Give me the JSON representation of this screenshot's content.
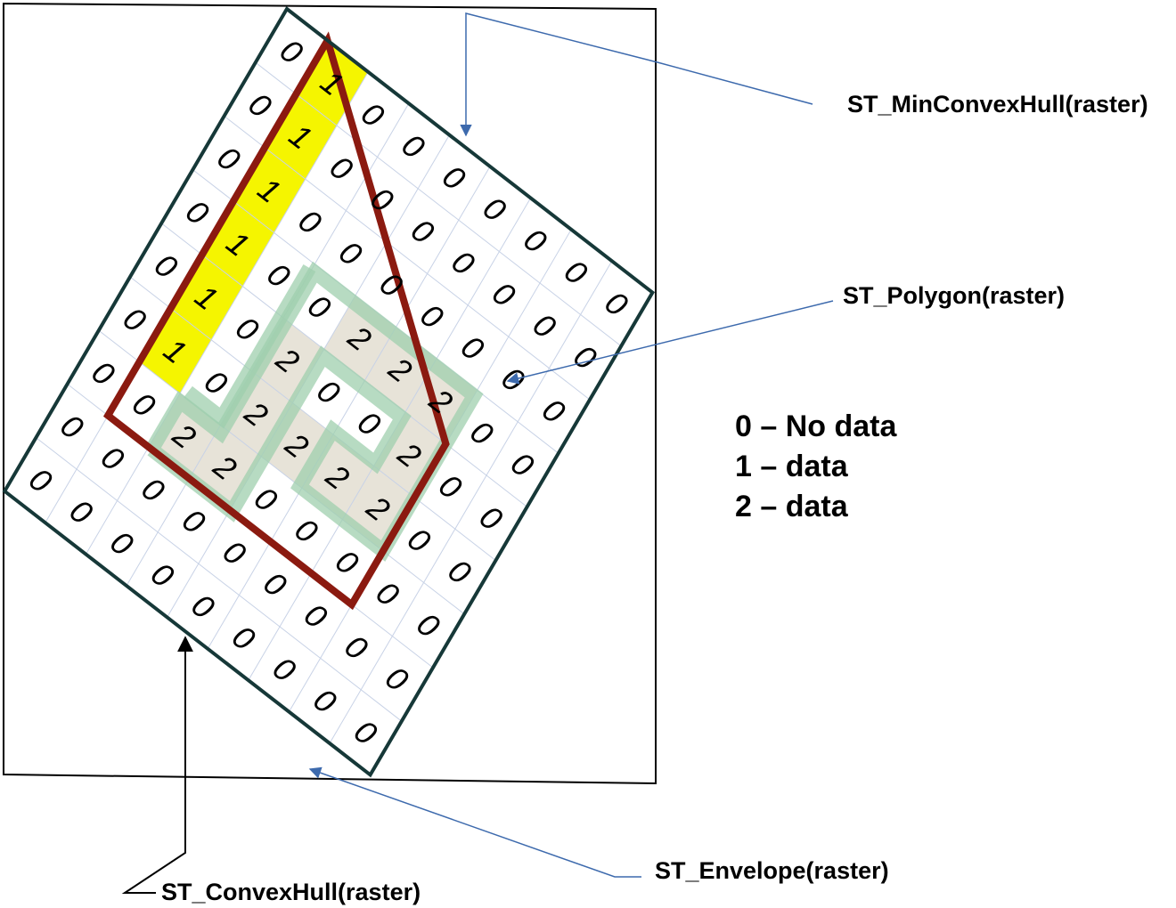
{
  "labels": {
    "min_convex_hull": "ST_MinConvexHull(raster)",
    "polygon": "ST_Polygon(raster)",
    "envelope": "ST_Envelope(raster)",
    "convex_hull": "ST_ConvexHull(raster)"
  },
  "legend": [
    "0 – No data",
    "1 – data",
    "2 – data"
  ],
  "colors": {
    "envelope_stroke": "#000000",
    "convex_hull_stroke": "#163838",
    "min_convex_hull_stroke": "#8b1a10",
    "data1_fill": "#f5f500",
    "data2_fill": "#e7e3d8",
    "polygon_highlight": "#9fcfad",
    "grid_line": "#c8d2e6",
    "arrow_blue": "#3d6aad",
    "arrow_black": "#000000"
  },
  "grid": {
    "rows": 9,
    "cols": 9,
    "values": [
      [
        0,
        1,
        0,
        0,
        0,
        0,
        0,
        0,
        0
      ],
      [
        0,
        1,
        0,
        0,
        0,
        0,
        0,
        0,
        0
      ],
      [
        0,
        1,
        0,
        0,
        0,
        0,
        0,
        0,
        0
      ],
      [
        0,
        1,
        0,
        0,
        2,
        2,
        2,
        0,
        0
      ],
      [
        0,
        1,
        0,
        2,
        0,
        0,
        2,
        0,
        0
      ],
      [
        0,
        1,
        0,
        2,
        2,
        2,
        2,
        0,
        0
      ],
      [
        0,
        0,
        2,
        2,
        0,
        0,
        0,
        0,
        0
      ],
      [
        0,
        0,
        0,
        0,
        0,
        0,
        0,
        0,
        0
      ],
      [
        0,
        0,
        0,
        0,
        0,
        0,
        0,
        0,
        0
      ]
    ]
  }
}
